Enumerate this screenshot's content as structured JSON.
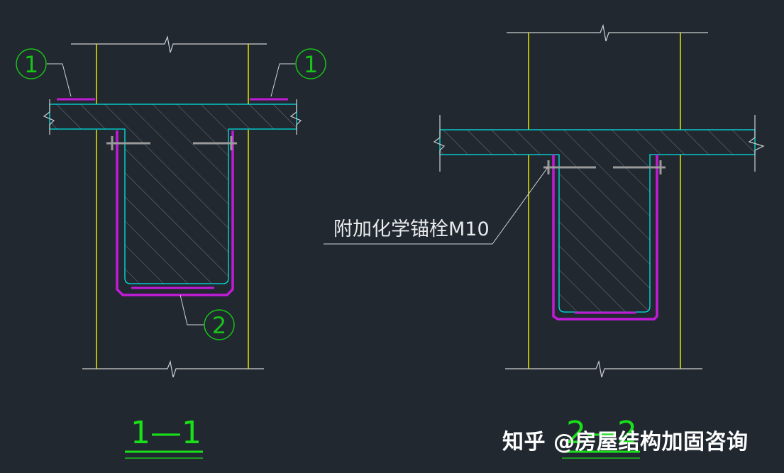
{
  "drawing": {
    "callout_1": "1",
    "callout_2": "2",
    "section_left_title": "1—1",
    "section_right_title": "2—2",
    "anchor_note": "附加化学锚栓M10"
  },
  "watermark": {
    "text": "知乎 @房屋结构加固咨询"
  },
  "colors": {
    "background": "#212830",
    "column_line": "#e6e600",
    "concrete_outline": "#00e5e5",
    "steel_plate": "#c21bd8",
    "anchor_bolt": "#9a9a9a",
    "hatch": "#6e767e",
    "annotation": "#cfd3d6",
    "callout_circle": "#19c219",
    "section_title": "#19e019"
  }
}
